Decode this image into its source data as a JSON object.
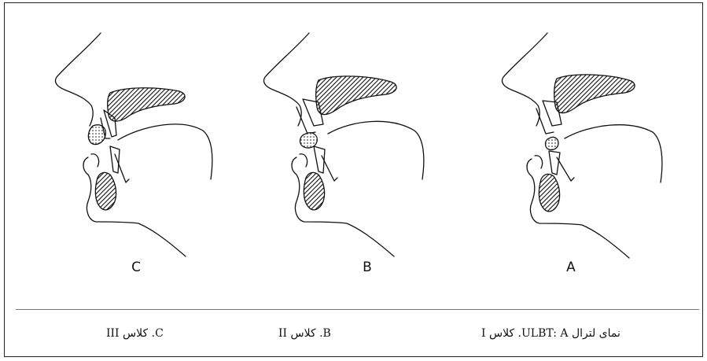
{
  "panels": [
    {
      "letter": "C"
    },
    {
      "letter": "B"
    },
    {
      "letter": "A"
    }
  ],
  "captions": {
    "classIII": "C. کلاس III",
    "classII": "B. کلاس II",
    "main": "نمای لترال ULBT:   A. کلاس I"
  },
  "colors": {
    "ink": "#111111",
    "background": "#ffffff"
  }
}
